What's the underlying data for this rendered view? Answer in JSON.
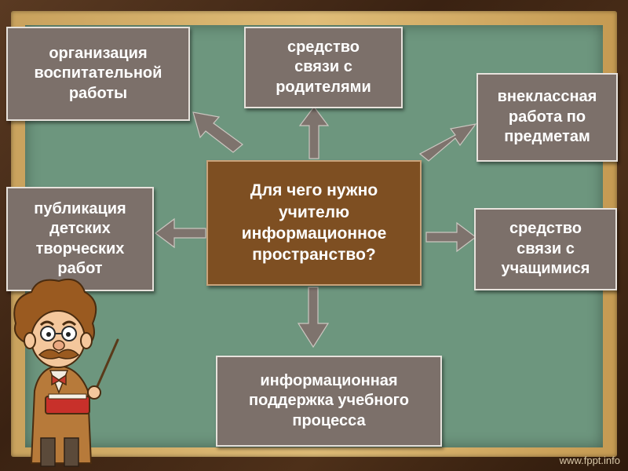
{
  "center_question": "Для  чего нужно\nучителю\nинформационное\nпространство?",
  "nodes": {
    "top_left": "организация\nвоспитательной\nработы",
    "top_center": "средство\nсвязи с\nродителями",
    "right_top": "внеклассная\nработа по\nпредметам",
    "left_middle": "публикация\nдетских\nтворческих\nработ",
    "right_middle": "средство\nсвязи с\nучащимися",
    "bottom_center": "информационная\nподдержка учебного\nпроцесса"
  },
  "watermark": "www.fppt.info",
  "colors": {
    "board": "#6d967e",
    "node_box": "#7c706a",
    "center_box": "#7e4f22",
    "frame": "#3c2414",
    "border": "#e0bd78"
  }
}
